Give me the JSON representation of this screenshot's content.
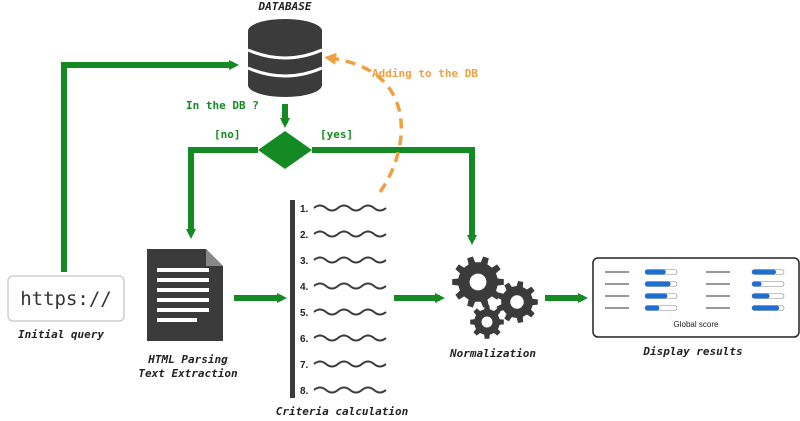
{
  "database": {
    "label": "DATABASE"
  },
  "decision": {
    "question": "In the DB ?",
    "no_label": "[no]",
    "yes_label": "[yes]"
  },
  "adding": {
    "label": "Adding to the DB"
  },
  "query": {
    "url_text": "https://",
    "caption": "Initial query"
  },
  "parsing": {
    "caption_line1": "HTML Parsing",
    "caption_line2": "Text Extraction"
  },
  "criteria": {
    "caption": "Criteria calculation",
    "items": [
      "1.",
      "2.",
      "3.",
      "4.",
      "5.",
      "6.",
      "7.",
      "8."
    ]
  },
  "normalization": {
    "caption": "Normalization"
  },
  "results": {
    "caption": "Display results",
    "global_score_label": "Global score"
  },
  "colors": {
    "flow": "#138a23",
    "db_flow": "#f0a040",
    "icon": "#3b3b3b",
    "bar": "#1f6fd0"
  }
}
